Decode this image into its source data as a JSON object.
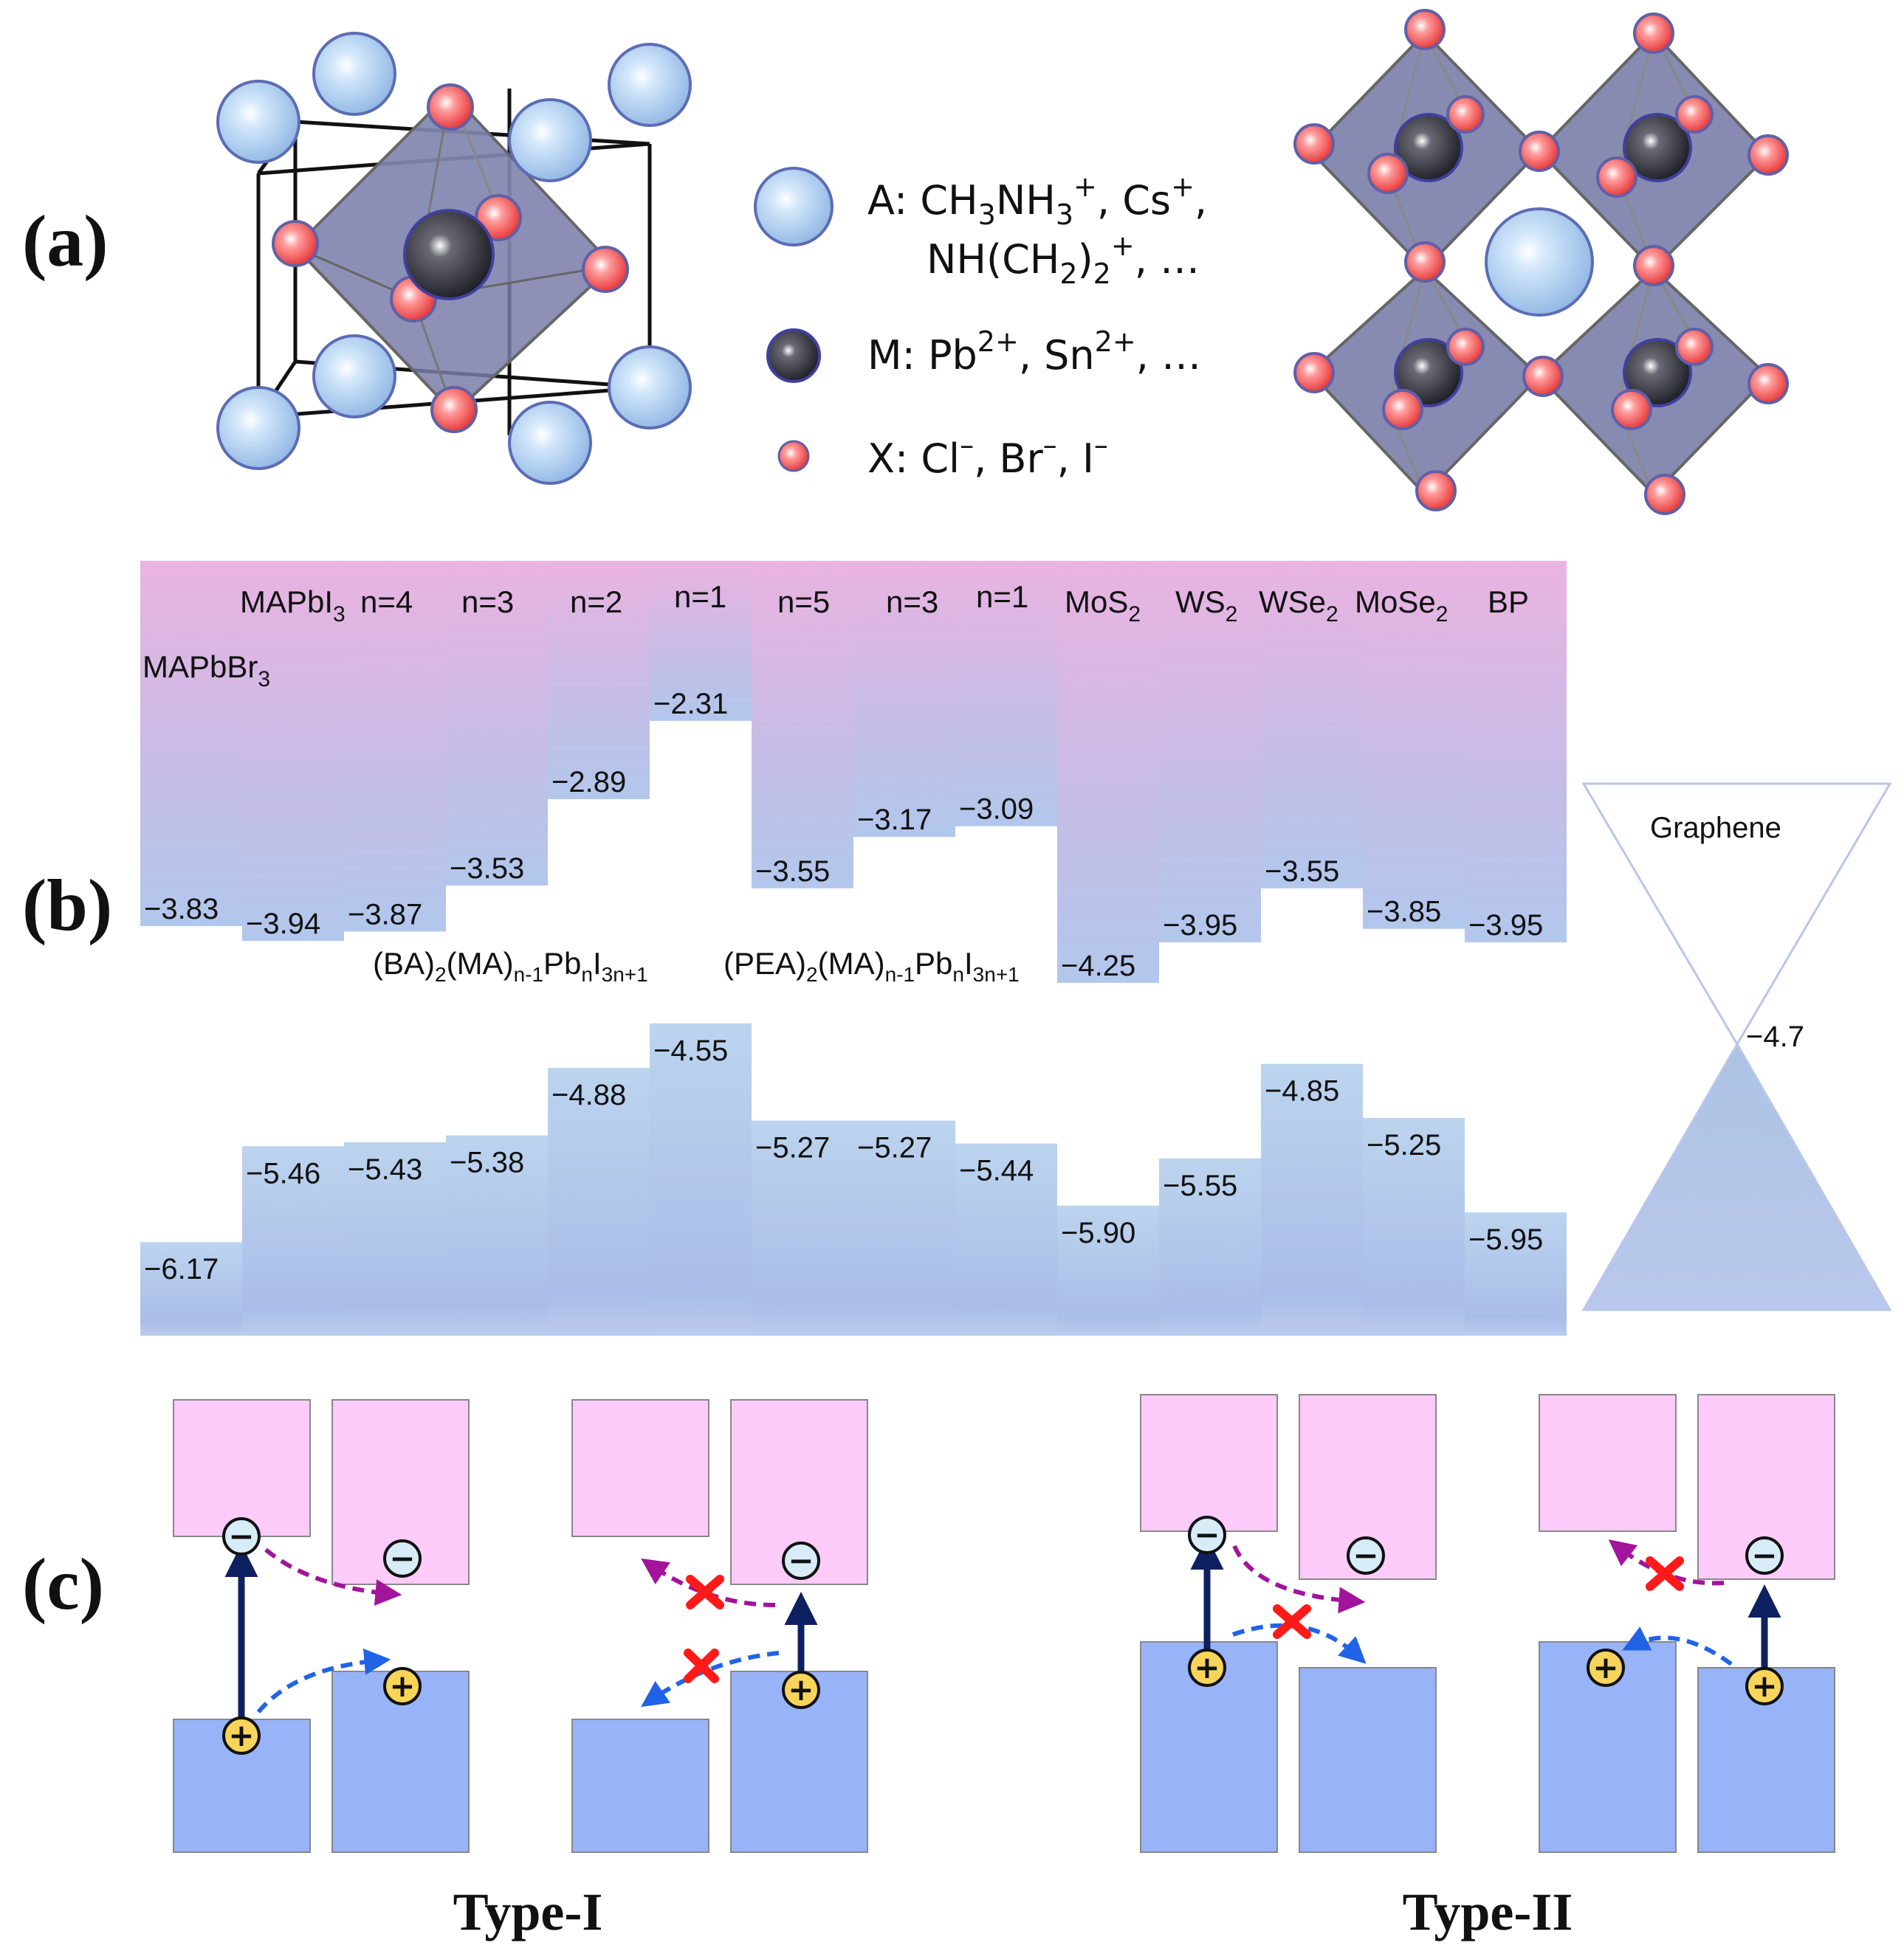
{
  "panel_labels": {
    "a": "(a)",
    "b": "(b)",
    "c": "(c)"
  },
  "legend": {
    "a_prefix": "A: CH",
    "a_sub1": "3",
    "a_mid1": "NH",
    "a_sub2": "3",
    "a_sup1": "+",
    "a_mid2": ", Cs",
    "a_sup2": "+",
    "a_end1": ",",
    "a2_start": "NH(CH",
    "a2_sub": "2",
    "a2_mid": ")",
    "a2_sub2": "2",
    "a2_sup": "+",
    "a2_end": ", …",
    "m_start": "M: Pb",
    "m_sup1": "2+",
    "m_mid": ", Sn",
    "m_sup2": "2+",
    "m_end": ", …",
    "x_start": "X: Cl",
    "x_sup1": "–",
    "x_mid1": ", Br",
    "x_sup2": "–",
    "x_mid2": ", I",
    "x_sup3": "–"
  },
  "band_labels": {
    "mapbbr3": "MAPbBr",
    "mapbbr3_sub": "3",
    "mapbi3": "MAPbI",
    "mapbi3_sub": "3",
    "ba_n4": "n=4",
    "ba_n3": "n=3",
    "ba_n2": "n=2",
    "ba_n1": "n=1",
    "pea_n5": "n=5",
    "pea_n3": "n=3",
    "pea_n1": "n=1",
    "mos2": "MoS",
    "mos2_sub": "2",
    "ws2": "WS",
    "ws2_sub": "2",
    "wse2": "WSe",
    "wse2_sub": "2",
    "mose2": "MoSe",
    "mose2_sub": "2",
    "bp": "BP",
    "graphene": "Graphene",
    "ba_formula": [
      "(BA)",
      "2",
      "(MA)",
      "n-1",
      "Pb",
      "n",
      "I",
      "3n+1"
    ],
    "pea_formula": [
      "(PEA)",
      "2",
      "(MA)",
      "n-1",
      "Pb",
      "n",
      "I",
      "3n+1"
    ]
  },
  "chart_data": {
    "type": "band alignment",
    "materials": [
      "MAPbBr3",
      "MAPbI3",
      "n=4",
      "n=3",
      "n=2",
      "n=1",
      "n=5",
      "n=3",
      "n=1",
      "MoS2",
      "WS2",
      "WSe2",
      "MoSe2",
      "BP"
    ],
    "cbm": [
      -3.83,
      -3.94,
      -3.87,
      -3.53,
      -2.89,
      -2.31,
      -3.55,
      -3.17,
      -3.09,
      -4.25,
      -3.95,
      -3.55,
      -3.85,
      -3.95
    ],
    "vbm": [
      -6.17,
      -5.46,
      -5.43,
      -5.38,
      -4.88,
      -4.55,
      -5.27,
      -5.27,
      -5.44,
      -5.9,
      -5.55,
      -4.85,
      -5.25,
      -5.95
    ],
    "cbm_labels": [
      "−3.83",
      "−3.94",
      "−3.87",
      "−3.53",
      "−2.89",
      "−2.31",
      "−3.55",
      "−3.17",
      "−3.09",
      "−4.25",
      "−3.95",
      "−3.55",
      "−3.85",
      "−3.95"
    ],
    "vbm_labels": [
      "−6.17",
      "−5.46",
      "−5.43",
      "−5.38",
      "−4.88",
      "−4.55",
      "−5.27",
      "−5.27",
      "−5.44",
      "−5.90",
      "−5.55",
      "−4.85",
      "−5.25",
      "−5.95"
    ],
    "graphene_fermi": -4.7,
    "graphene_label": "−4.7"
  },
  "charges": {
    "electron": "−",
    "hole": "+"
  },
  "type_labels": {
    "type1": "Type-I",
    "type2": "Type-II"
  },
  "colors": {
    "cb_top": "#e9b4e0",
    "cb_bottom": "#b4c8ec",
    "vb": "#b4cdea",
    "box_cb": "#fccbf9",
    "box_vb": "#98b3f7",
    "arrow_e": "#a2149c",
    "arrow_h": "#2063e6",
    "excite": "#0f2060",
    "block": "#ff1a1a",
    "anion": "#f05050",
    "a_site": "#a8cdf0",
    "octa": "#7a7ea8"
  }
}
